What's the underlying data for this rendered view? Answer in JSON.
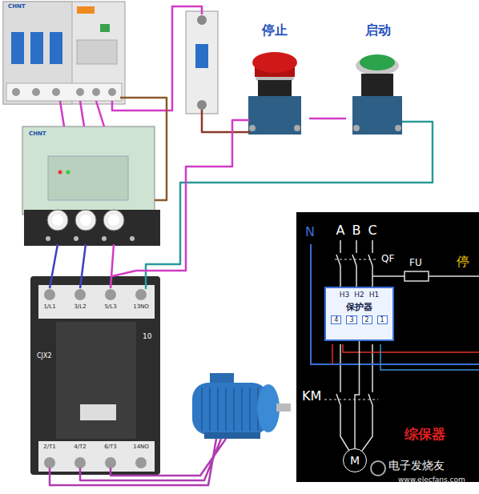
{
  "diagram": {
    "nodes": [
      {
        "text": [
          "停止"
        ]
      },
      {
        "text": [
          "启动"
        ]
      },
      {
        "text": [
          "H3",
          "H2",
          "H1",
          "保护器",
          "4",
          "3",
          "2",
          "1"
        ]
      },
      {
        "text": [
          "CJX2",
          "10"
        ]
      },
      {
        "text": [
          "M"
        ]
      }
    ],
    "edges": [
      {
        "from": 0,
        "to": 1,
        "arrow": "none"
      },
      {
        "from": 2,
        "to": 4,
        "arrow": "none"
      }
    ],
    "labels": [
      "CHNT",
      "CHNT",
      "1/L1",
      "3/L2",
      "5/L3",
      "13NO",
      "2/T1",
      "4/T2",
      "6/T3",
      "14NO",
      "N",
      "A",
      "B",
      "C",
      "QF",
      "FU",
      "停",
      "KM",
      "综保器",
      "电子发烧友",
      "www.elecfans.com"
    ]
  }
}
